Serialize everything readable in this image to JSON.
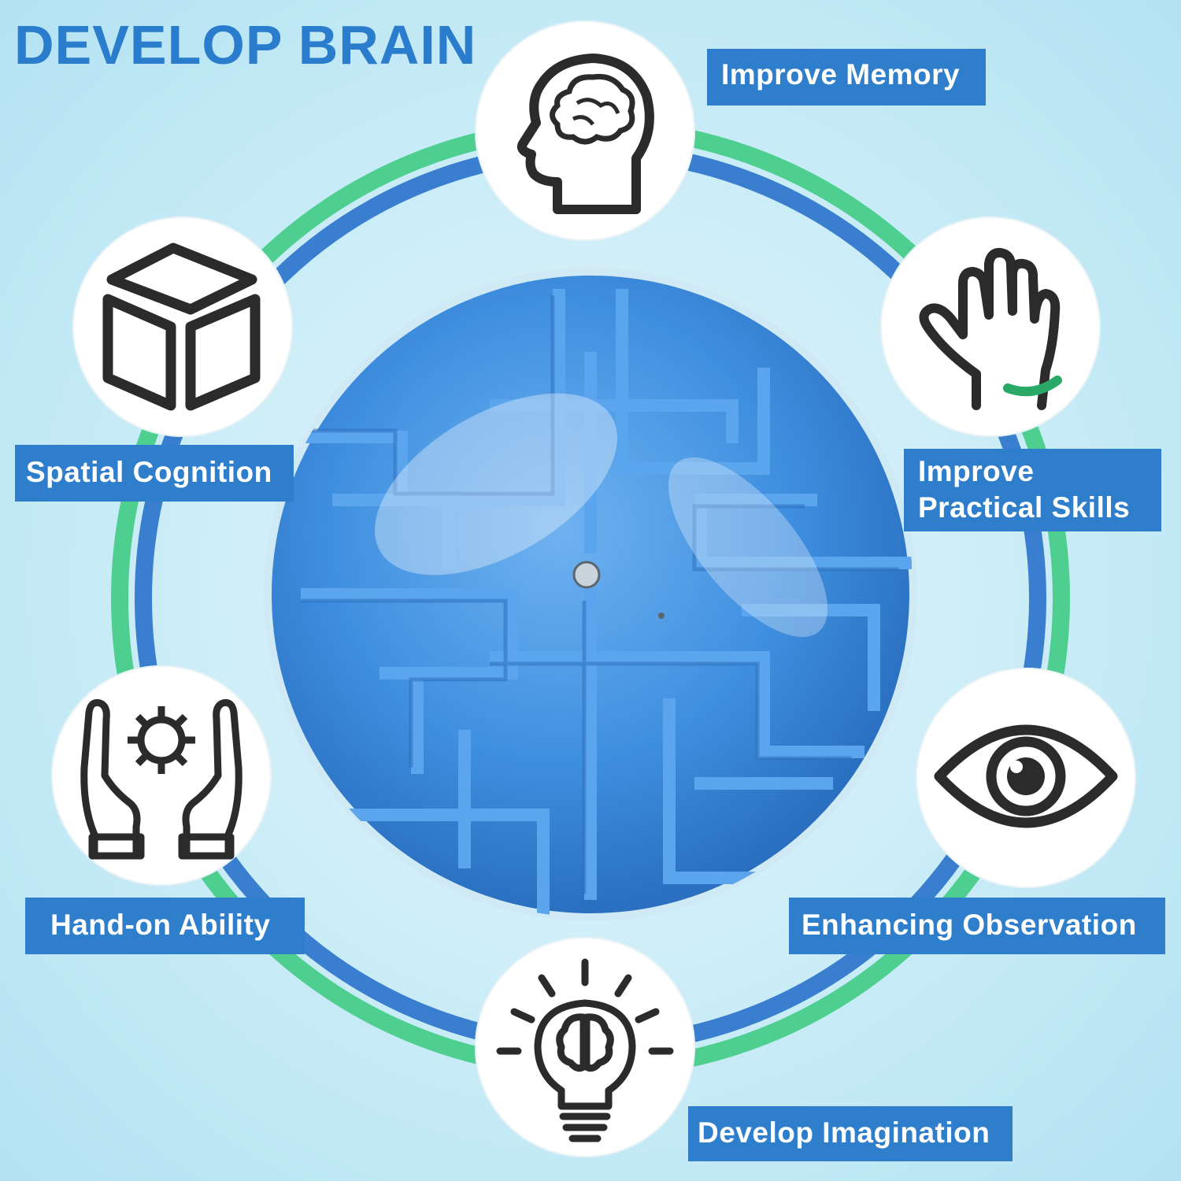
{
  "title": "DEVELOP BRAIN",
  "features": [
    {
      "label": "Improve Memory",
      "icon": "brain-head-icon"
    },
    {
      "label": "Spatial Cognition",
      "icon": "cube-icon"
    },
    {
      "label": "Improve\nPractical  Skills",
      "icon": "hand-icon"
    },
    {
      "label": "Hand-on Ability",
      "icon": "hands-gear-icon"
    },
    {
      "label": "Enhancing Observation",
      "icon": "eye-icon"
    },
    {
      "label": "Develop Imagination",
      "icon": "lightbulb-brain-icon"
    }
  ],
  "colors": {
    "accent": "#2f7ecb",
    "title": "#2a7ccd",
    "ring_green": "#4fcf8f",
    "ring_blue": "#3a7fcf",
    "ball_blue": "#3f8fe0",
    "icon_stroke": "#2b2b2b"
  }
}
